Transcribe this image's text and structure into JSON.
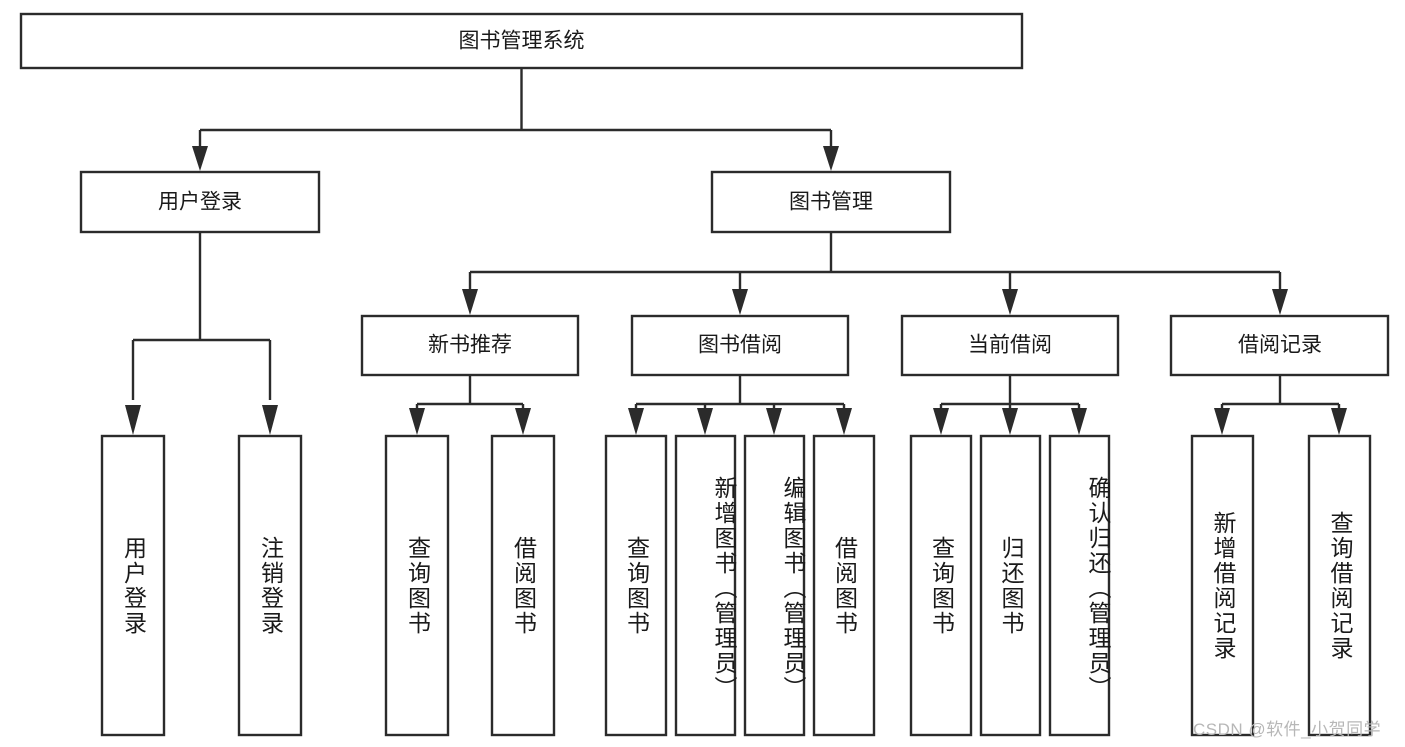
{
  "diagram": {
    "title": "图书管理系统",
    "type": "tree",
    "watermark": "CSDN @软件_小贺同学",
    "colors": {
      "box_stroke": "#2b2b2b",
      "box_fill": "#ffffff",
      "text": "#1a1a1a",
      "connector": "#2b2b2b",
      "watermark": "#b7b7b7",
      "background": "#ffffff"
    },
    "root": {
      "label": "图书管理系统"
    },
    "level2": [
      {
        "label": "用户登录"
      },
      {
        "label": "图书管理"
      }
    ],
    "level3": [
      {
        "label": "新书推荐"
      },
      {
        "label": "图书借阅"
      },
      {
        "label": "当前借阅"
      },
      {
        "label": "借阅记录"
      }
    ],
    "leaves": {
      "user_login": [
        {
          "label": "用户登录"
        },
        {
          "label": "注销登录"
        }
      ],
      "new_book_recommend": [
        {
          "label": "查询图书"
        },
        {
          "label": "借阅图书"
        }
      ],
      "book_borrow": [
        {
          "label": "查询图书"
        },
        {
          "label": "新增图书（管理员）"
        },
        {
          "label": "编辑图书（管理员）"
        },
        {
          "label": "借阅图书"
        }
      ],
      "current_borrow": [
        {
          "label": "查询图书"
        },
        {
          "label": "归还图书"
        },
        {
          "label": "确认归还（管理员）"
        }
      ],
      "borrow_record": [
        {
          "label": "新增借阅记录"
        },
        {
          "label": "查询借阅记录"
        }
      ]
    }
  }
}
